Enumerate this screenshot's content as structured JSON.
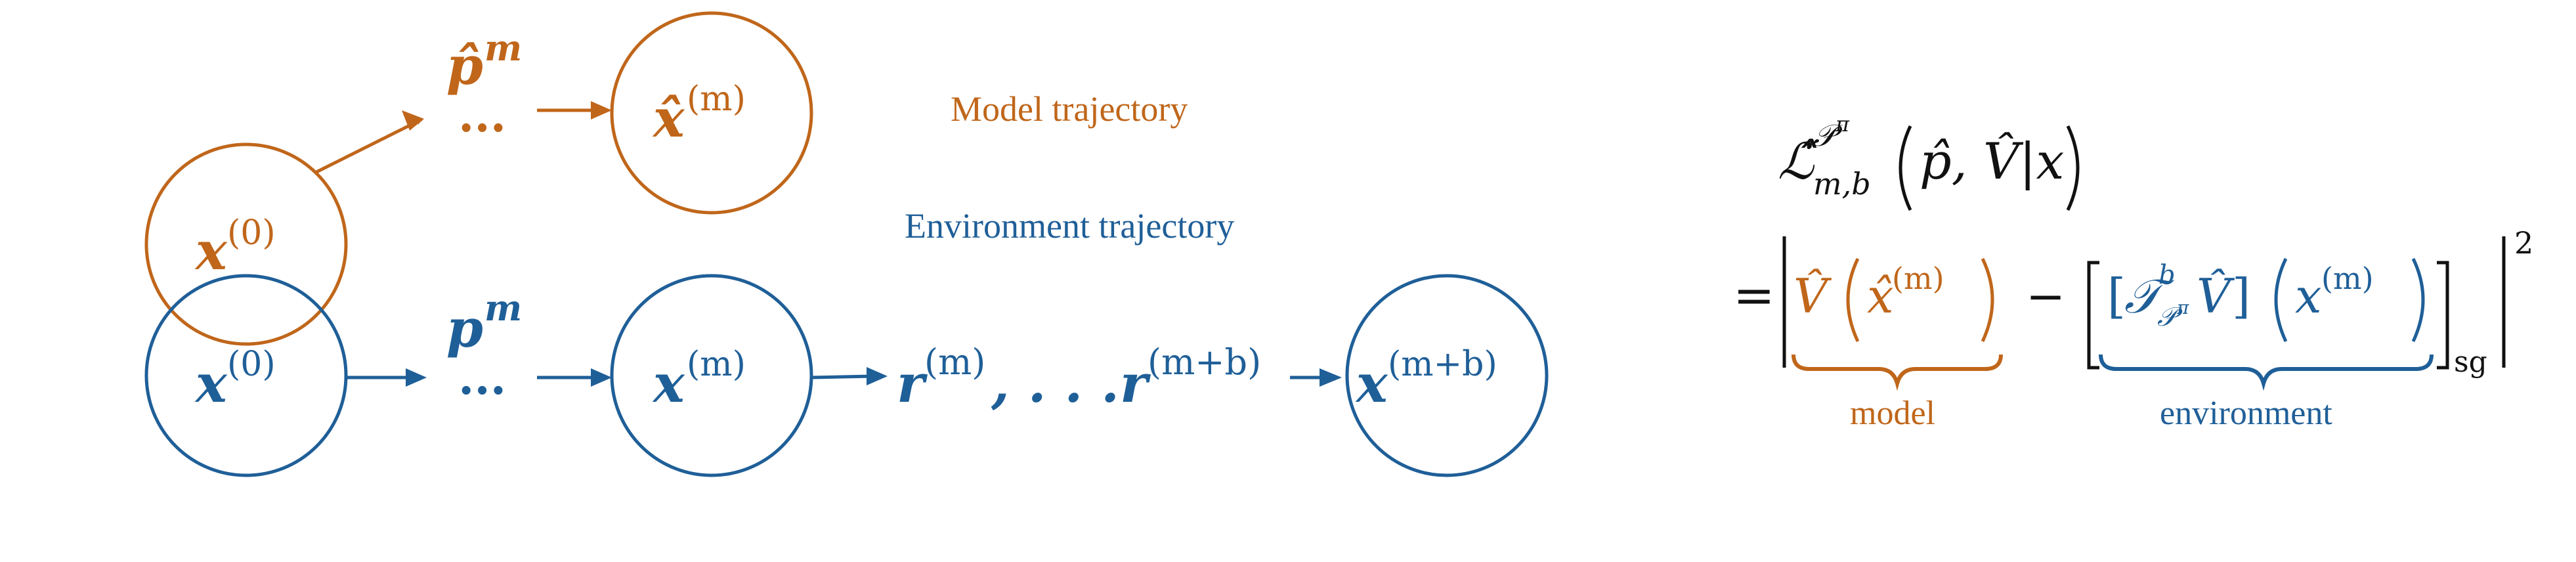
{
  "colors": {
    "model": "#c0661a",
    "environment": "#1f5f98",
    "text": "#111111"
  },
  "model_trajectory_label": "Model trajectory",
  "environment_trajectory_label": "Environment trajectory",
  "model_nodes": {
    "x0": {
      "base": "x",
      "sup": "(0)"
    },
    "p_hat": {
      "base": "p̂",
      "sup": "m"
    },
    "dots": "...",
    "x_hat_m": {
      "base": "x̂",
      "sup": "(m)"
    }
  },
  "env_nodes": {
    "x0": {
      "base": "x",
      "sup": "(0)"
    },
    "p": {
      "base": "p",
      "sup": "m"
    },
    "dots": "...",
    "xm": {
      "base": "x",
      "sup": "(m)"
    },
    "r_start": {
      "base": "r",
      "sup": "(m)"
    },
    "r_sep": ", . . .",
    "r_end": {
      "base": "r",
      "sup": "(m+b)"
    },
    "x_mb": {
      "base": "x",
      "sup": "(m+b)"
    }
  },
  "formula": {
    "loss": {
      "base": "ℒ̂",
      "sub": "m,b",
      "sup": "𝒫",
      "supsup": "π",
      "args": "p̂, V̂|x"
    },
    "eq": "=",
    "model_term": {
      "v": "V̂",
      "arg_base": "x̂",
      "arg_sup": "(m)"
    },
    "minus": "−",
    "env_term": {
      "op": "𝒯",
      "op_sup": "b",
      "op_sub": "𝒫",
      "op_subsup": "π",
      "v": "V̂",
      "arg_base": "x",
      "arg_sup": "(m)"
    },
    "sg": "sg",
    "power": "2",
    "model_brace_label": "model",
    "env_brace_label": "environment"
  }
}
